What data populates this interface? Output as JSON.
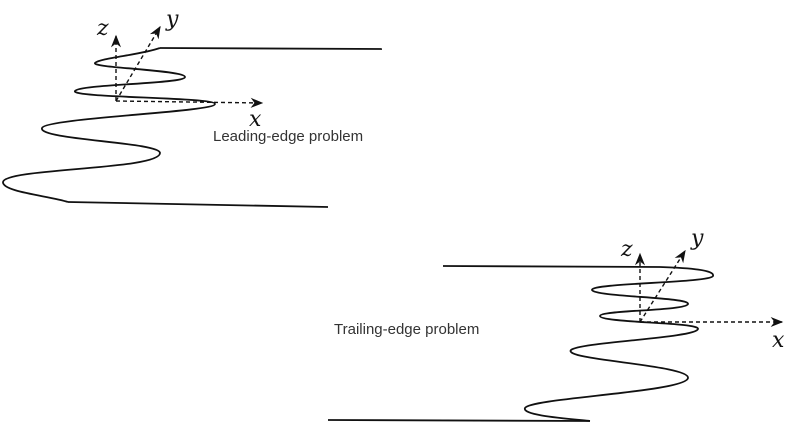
{
  "leading": {
    "caption": "Leading-edge problem",
    "axes": {
      "x": "x",
      "y": "y",
      "z": "z"
    }
  },
  "trailing": {
    "caption": "Trailing-edge problem",
    "axes": {
      "x": "x",
      "y": "y",
      "z": "z"
    }
  }
}
